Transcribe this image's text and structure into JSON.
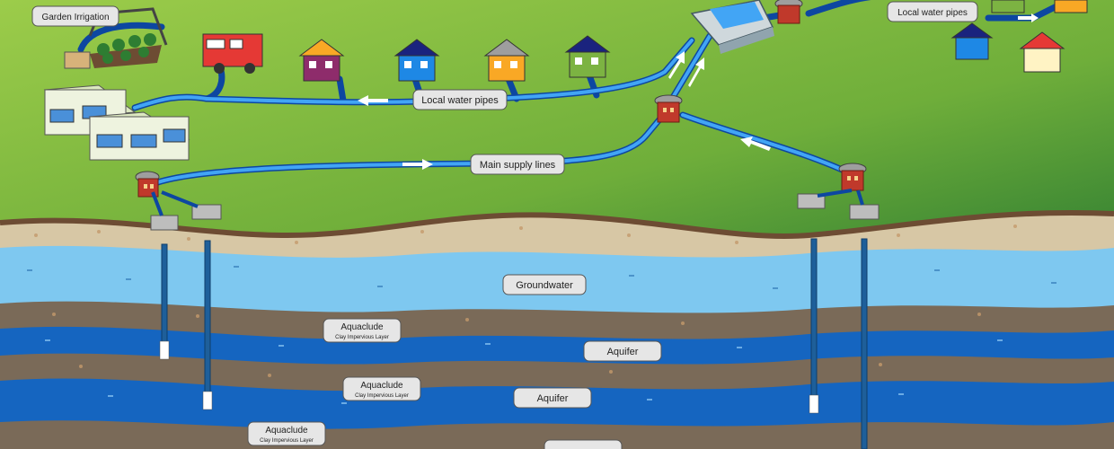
{
  "labels": {
    "garden_irrigation": "Garden Irrigation",
    "local_water_pipes_top": "Local water pipes",
    "local_water_pipes_mid": "Local water pipes",
    "main_supply_lines": "Main supply lines",
    "groundwater": "Groundwater",
    "aquiclude_1": "Aquaclude",
    "aquiclude_1_sub": "Clay Impervious Layer",
    "aquifer_1": "Aquifer",
    "aquiclude_2": "Aquaclude",
    "aquiclude_2_sub": "Clay Impervious Layer",
    "aquifer_2": "Aquifer",
    "aquiclude_3": "Aquaclude",
    "aquiclude_3_sub": "Clay Impervious Layer"
  },
  "colors": {
    "grass_light": "#8bc34a",
    "grass_dark": "#2e7d32",
    "pipe": "#1e88e5",
    "groundwater": "#7ec8f0",
    "aquifer": "#1565c0",
    "clay": "#7a6a58",
    "topsoil": "#d7c7a5",
    "soil_edge": "#6d4c33"
  },
  "icons": [
    "house-icon",
    "pump-station-icon",
    "water-tower-icon",
    "factory-icon",
    "fire-truck-icon",
    "garden-icon",
    "arrow-icon"
  ]
}
